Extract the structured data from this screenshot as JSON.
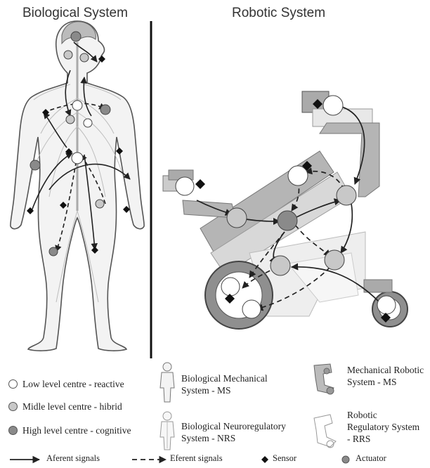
{
  "headings": {
    "biological": "Biological System",
    "robotic": "Robotic System"
  },
  "legend": {
    "centres": [
      {
        "label": "Low level centre - reactive",
        "color": "#ffffff"
      },
      {
        "label": "Midle level centre - hibrid",
        "color": "#c8c8c8"
      },
      {
        "label": "High level  centre - cognitive",
        "color": "#8a8a8a"
      }
    ],
    "systems": {
      "bio_ms": "Biological Mechanical System - MS",
      "bio_nrs": "Biological Neuroregulatory System - NRS",
      "rob_ms": "Mechanical Robotic System - MS",
      "rob_rrs": "Robotic Regulatory System - RRS"
    },
    "signals": {
      "afferent": "Aferent signals",
      "efferent": "Eferent signals",
      "sensor": "Sensor",
      "actuator": "Actuator"
    }
  },
  "colors": {
    "low": "#ffffff",
    "mid": "#c8c8c8",
    "high": "#8a8a8a",
    "structure": "#b5b5b5",
    "dark": "#222222"
  }
}
